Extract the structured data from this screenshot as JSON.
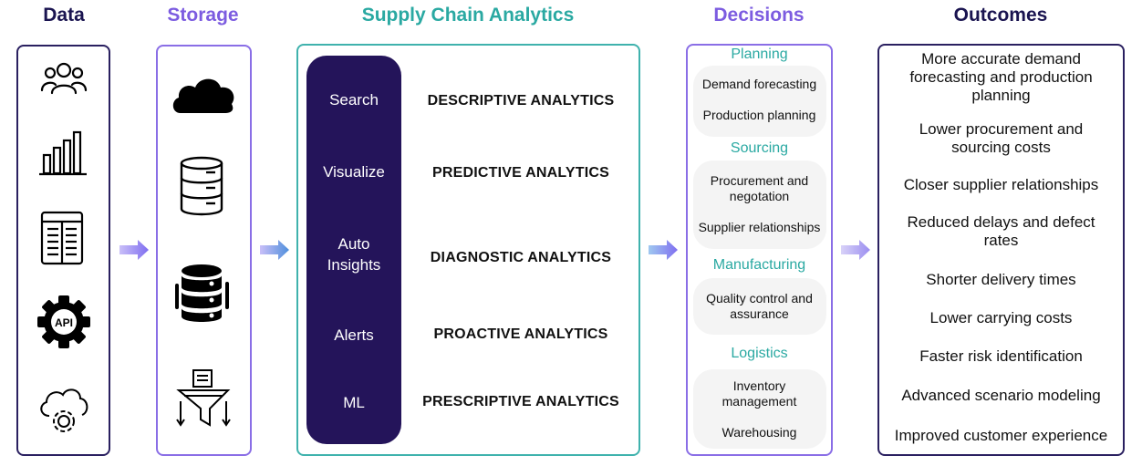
{
  "titles": {
    "data": "Data",
    "storage": "Storage",
    "sca": "Supply Chain Analytics",
    "decisions": "Decisions",
    "outcomes": "Outcomes"
  },
  "data_icons": [
    "users-icon",
    "bar-chart-icon",
    "spreadsheet-icon",
    "api-gear-icon",
    "cloud-gear-icon"
  ],
  "storage_icons": [
    "cloud-icon",
    "database-outline-icon",
    "database-filled-icon",
    "filter-funnel-icon"
  ],
  "sca": {
    "capabilities": [
      "Search",
      "Visualize",
      "Auto Insights",
      "Alerts",
      "ML"
    ],
    "analytics": [
      "DESCRIPTIVE ANALYTICS",
      "PREDICTIVE ANALYTICS",
      "DIAGNOSTIC ANALYTICS",
      "PROACTIVE ANALYTICS",
      "PRESCRIPTIVE ANALYTICS"
    ]
  },
  "decisions": {
    "groups": [
      {
        "heading": "Planning",
        "items": [
          "Demand forecasting",
          "Production planning"
        ]
      },
      {
        "heading": "Sourcing",
        "items": [
          "Procurement and negotation",
          "Supplier relationships"
        ]
      },
      {
        "heading": "Manufacturing",
        "items": [
          "Quality control and assurance"
        ]
      },
      {
        "heading": "Logistics",
        "items": [
          "Inventory management",
          "Warehousing"
        ]
      }
    ]
  },
  "outcomes": [
    "More accurate demand forecasting and production planning",
    "Lower procurement and sourcing costs",
    "Closer supplier relationships",
    "Reduced delays and defect rates",
    "Shorter delivery times",
    "Lower carrying costs",
    "Faster risk identification",
    "Advanced scenario modeling",
    "Improved customer experience"
  ],
  "colors": {
    "navy": "#1a1450",
    "purple": "#7c5ce0",
    "teal": "#2aa9a2",
    "pill": "#24145a",
    "arrow": "#8f7cf0"
  }
}
